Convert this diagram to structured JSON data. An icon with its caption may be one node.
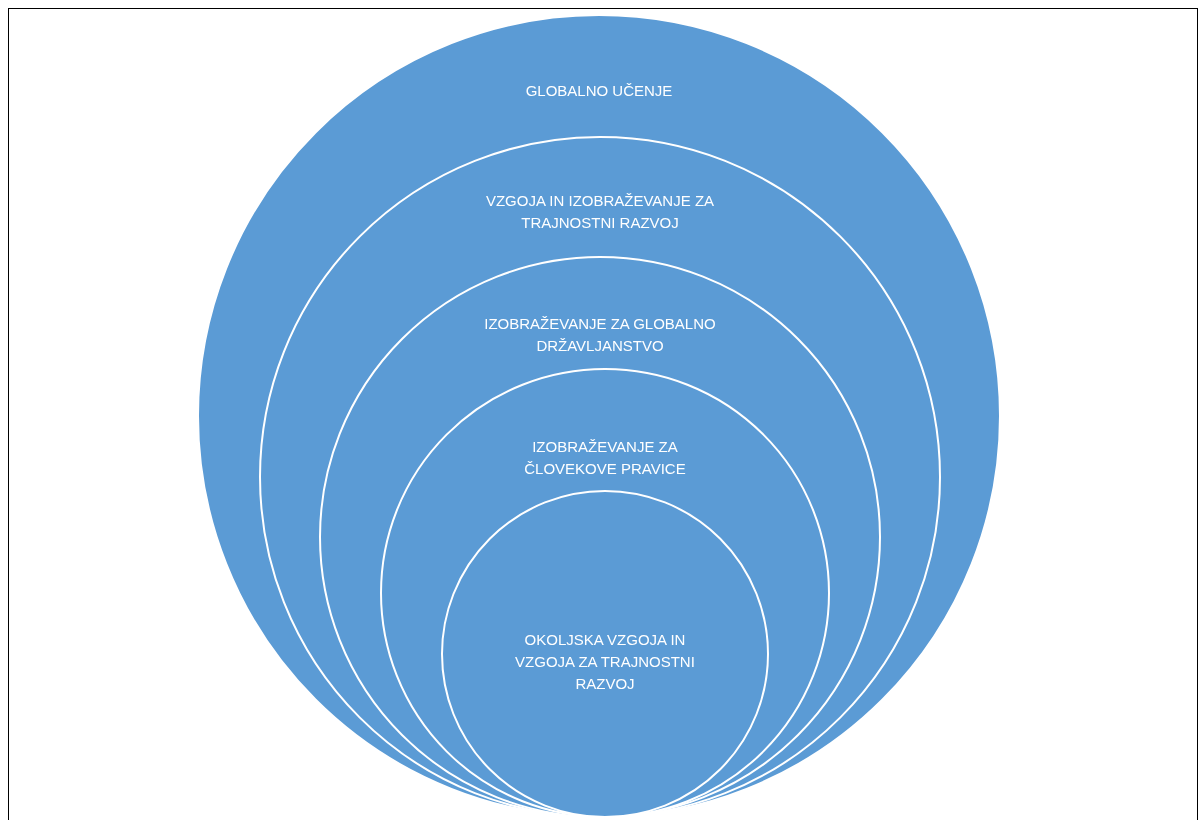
{
  "diagram": {
    "nodes": [
      {
        "text": [
          "GLOBALNO UČENJE"
        ]
      },
      {
        "text": [
          "VZGOJA IN IZOBRAŽEVANJE ZA TRAJNOSTNI RAZVOJ"
        ],
        "in": 0
      },
      {
        "text": [
          "IZOBRAŽEVANJE ZA GLOBALNO DRŽAVLJANSTVO"
        ],
        "in": 1
      },
      {
        "text": [
          "IZOBRAŽEVANJE ZA ČLOVEKOVE PRAVICE"
        ],
        "in": 2
      },
      {
        "text": [
          "OKOLJSKA VZGOJA IN VZGOJA ZA TRAJNOSTNI RAZVOJ"
        ],
        "in": 3
      }
    ]
  }
}
